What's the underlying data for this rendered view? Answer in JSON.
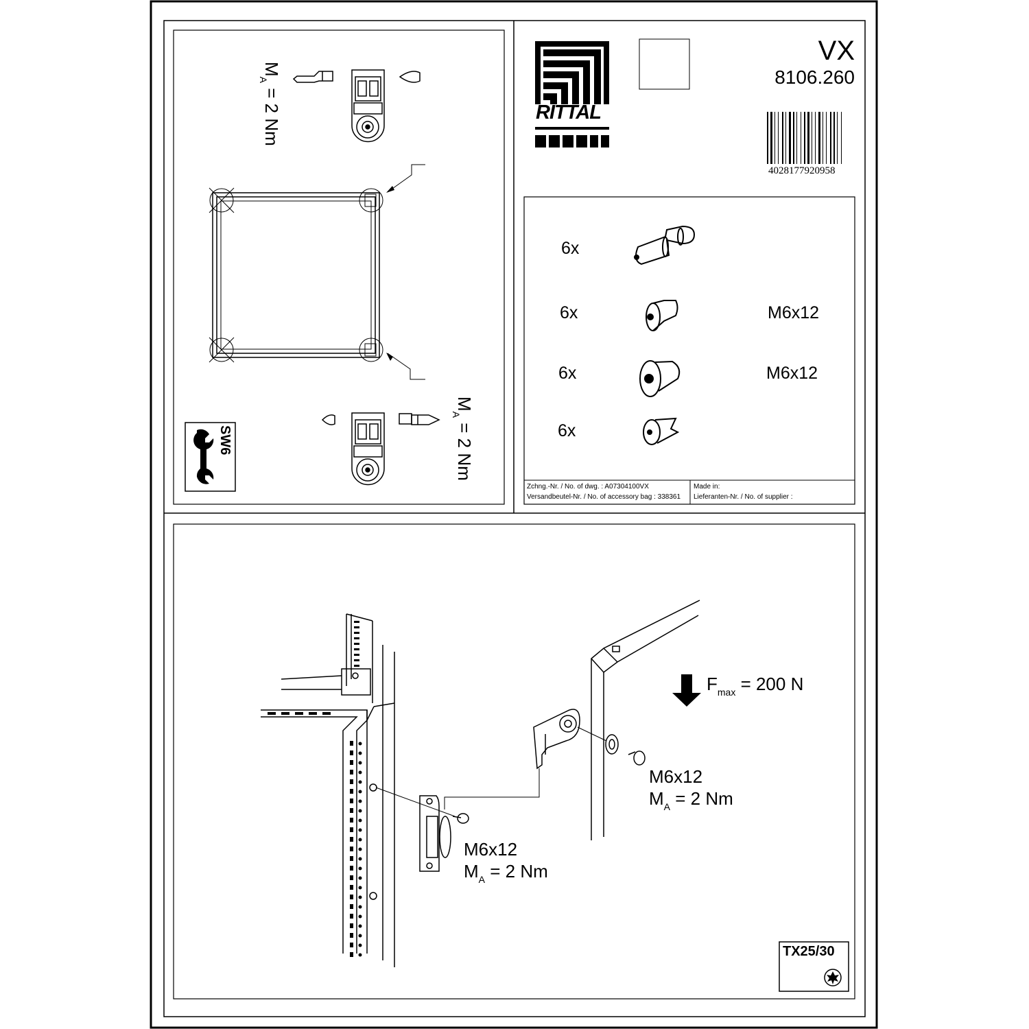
{
  "header": {
    "series": "VX",
    "article_number": "8106.260",
    "barcode_number": "4028177920958",
    "brand": "RITTAL"
  },
  "top_left_panel": {
    "torque_top": {
      "M": "M",
      "sub": "A",
      "rest": " = 2 Nm"
    },
    "torque_bottom": {
      "M": "M",
      "sub": "A",
      "rest": " = 2 Nm"
    },
    "tool_label": "SW6"
  },
  "parts_list": [
    {
      "qty": "6x",
      "icon": "hinge-pin-icon",
      "spec": ""
    },
    {
      "qty": "6x",
      "icon": "countersunk-screw-icon",
      "spec": "M6x12"
    },
    {
      "qty": "6x",
      "icon": "pan-head-screw-icon",
      "spec": "M6x12"
    },
    {
      "qty": "6x",
      "icon": "plastic-clip-icon",
      "spec": ""
    }
  ],
  "info_table": {
    "dwg_label": "Zchng.-Nr. / No. of dwg. : A07304100VX",
    "bag_label": "Versandbeutel-Nr. / No. of accessory bag : 338361",
    "made_in": "Made in:",
    "supplier": "Lieferanten-Nr. / No. of supplier :"
  },
  "bottom_panel": {
    "force": {
      "F": "F",
      "sub": "max",
      "rest": " = 200 N"
    },
    "screw_right": {
      "spec": "M6x12",
      "M": "M",
      "sub": "A",
      "rest": " = 2 Nm"
    },
    "screw_left": {
      "spec": "M6x12",
      "M": "M",
      "sub": "A",
      "rest": " = 2 Nm"
    },
    "tool_label": "TX25/30"
  }
}
